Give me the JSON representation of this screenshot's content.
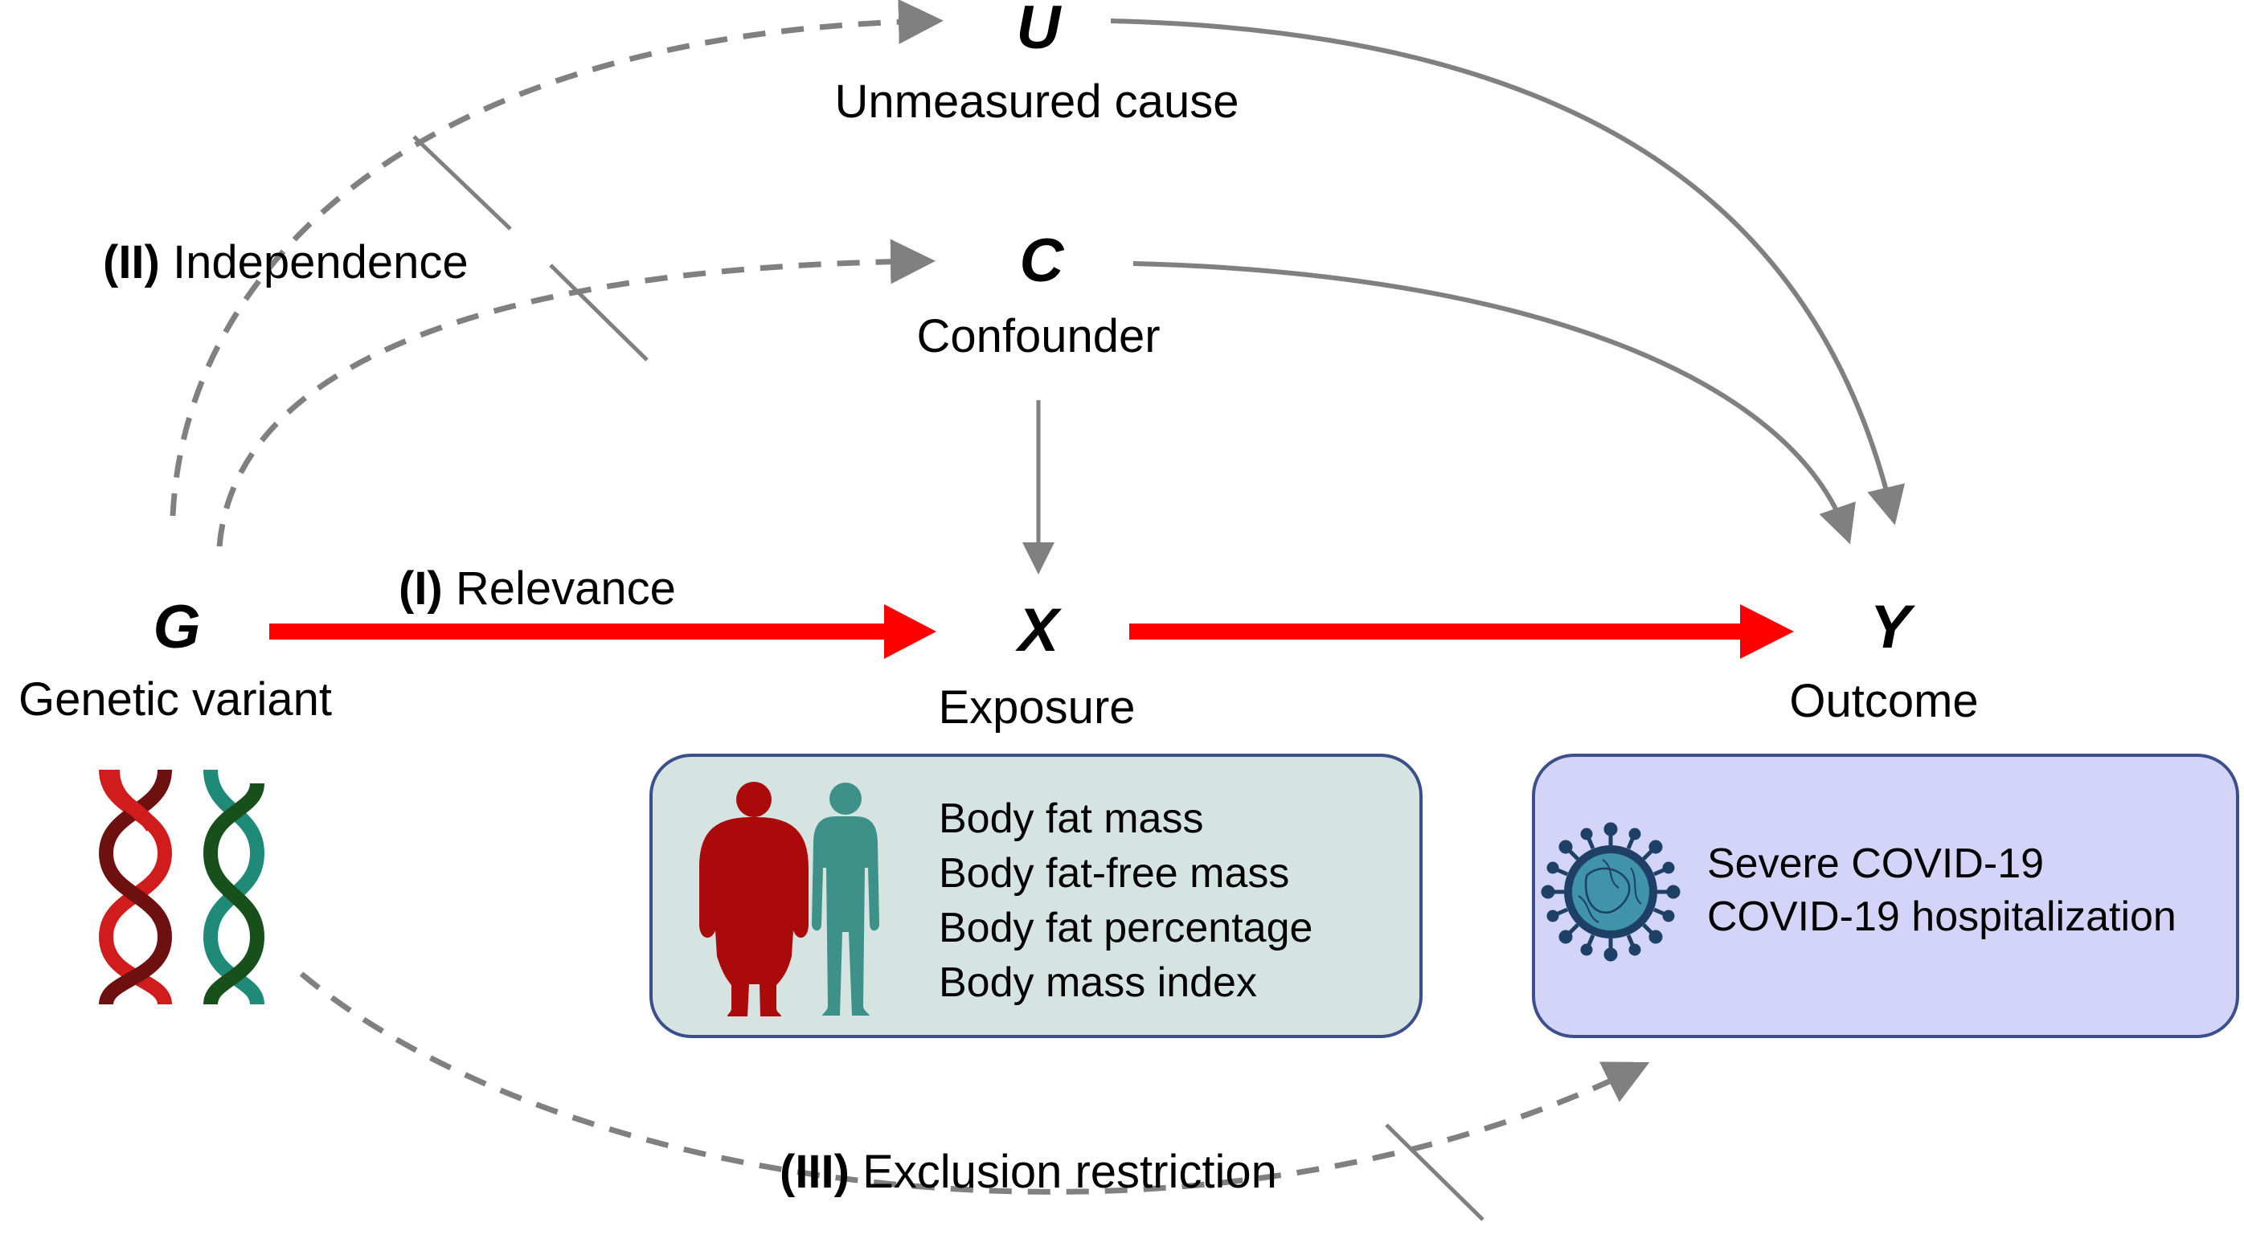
{
  "nodes": {
    "unmeasured": {
      "symbol": "U",
      "label": "Unmeasured cause"
    },
    "confounder": {
      "symbol": "C",
      "label": "Confounder"
    },
    "genetic": {
      "symbol": "G",
      "label": "Genetic variant"
    },
    "exposure": {
      "symbol": "X",
      "label": "Exposure"
    },
    "outcome": {
      "symbol": "Y",
      "label": "Outcome"
    }
  },
  "assumptions": {
    "relevance": {
      "number": "(I)",
      "text": " Relevance"
    },
    "independence": {
      "number": "(II)",
      "text": " Independence"
    },
    "exclusion": {
      "number": "(III)",
      "text": " Exclusion restriction"
    }
  },
  "exposure_box": {
    "items": [
      "Body fat mass",
      "Body fat-free mass",
      "Body fat percentage",
      "Body mass index"
    ]
  },
  "outcome_box": {
    "items": [
      "Severe COVID-19",
      "COVID-19 hospitalization"
    ]
  },
  "colors": {
    "causal_arrow": "#ff0000",
    "assumption_arrow": "#808080",
    "exposure_box_fill": "#d5e3e1",
    "exposure_box_border": "#3a4f8c",
    "outcome_box_fill": "#d4d4f9",
    "outcome_box_border": "#3a4f8c",
    "obese_figure": "#aa0a0a",
    "lean_figure": "#3e9189",
    "dna_red": "#d01c1c",
    "dna_dark_red": "#6e1010",
    "dna_teal": "#1f8a78",
    "dna_dark_green": "#18501c",
    "virus": "#1e3f66",
    "virus_core": "#3f93ab"
  },
  "icons": [
    "dna-helix-red",
    "dna-helix-green",
    "obese-person-silhouette",
    "lean-person-silhouette",
    "coronavirus-icon"
  ]
}
